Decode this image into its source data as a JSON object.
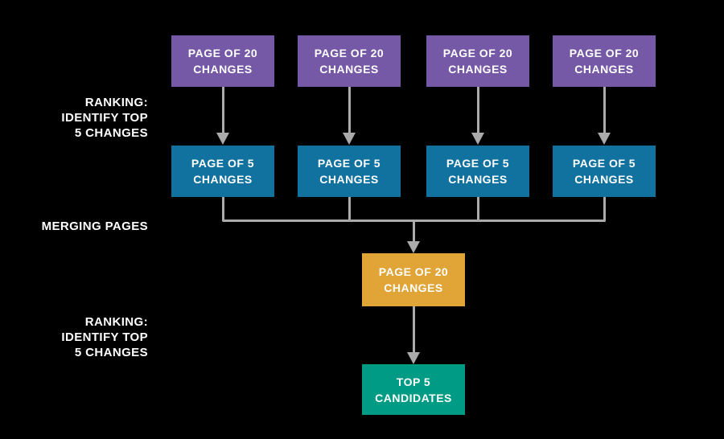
{
  "colors": {
    "bg": "#000000",
    "purple": "#7559A7",
    "blue": "#1172A0",
    "orange": "#E0A437",
    "green": "#009B84",
    "line": "#ABABAB",
    "text": "#FFFFFF"
  },
  "side_labels": {
    "ranking_top": {
      "line1": "RANKING:",
      "line2": "IDENTIFY TOP",
      "line3": "5 CHANGES"
    },
    "merging": "MERGING PAGES",
    "ranking_bottom": {
      "line1": "RANKING:",
      "line2": "IDENTIFY TOP",
      "line3": "5 CHANGES"
    }
  },
  "nodes": {
    "page20_boxes": [
      {
        "label": "PAGE OF 20 CHANGES"
      },
      {
        "label": "PAGE OF 20 CHANGES"
      },
      {
        "label": "PAGE OF 20 CHANGES"
      },
      {
        "label": "PAGE OF 20 CHANGES"
      }
    ],
    "page5_boxes": [
      {
        "label": "PAGE OF 5 CHANGES"
      },
      {
        "label": "PAGE OF 5 CHANGES"
      },
      {
        "label": "PAGE OF 5 CHANGES"
      },
      {
        "label": "PAGE OF 5 CHANGES"
      }
    ],
    "merged_page20": {
      "label": "PAGE OF 20 CHANGES"
    },
    "top5": {
      "label": "TOP 5 CANDIDATES"
    }
  }
}
